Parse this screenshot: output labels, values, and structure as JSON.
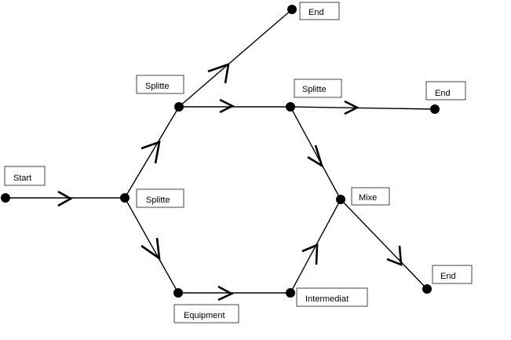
{
  "diagram": {
    "labels": {
      "start": "Start",
      "splitte_center": "Splitte",
      "splitte_upper": "Splitte",
      "splitte_right": "Splitte",
      "end_top": "End",
      "end_right": "End",
      "end_bottom": "End",
      "mixe": "Mixe",
      "equipment": "Equipment",
      "intermediat": "Intermediat"
    }
  }
}
